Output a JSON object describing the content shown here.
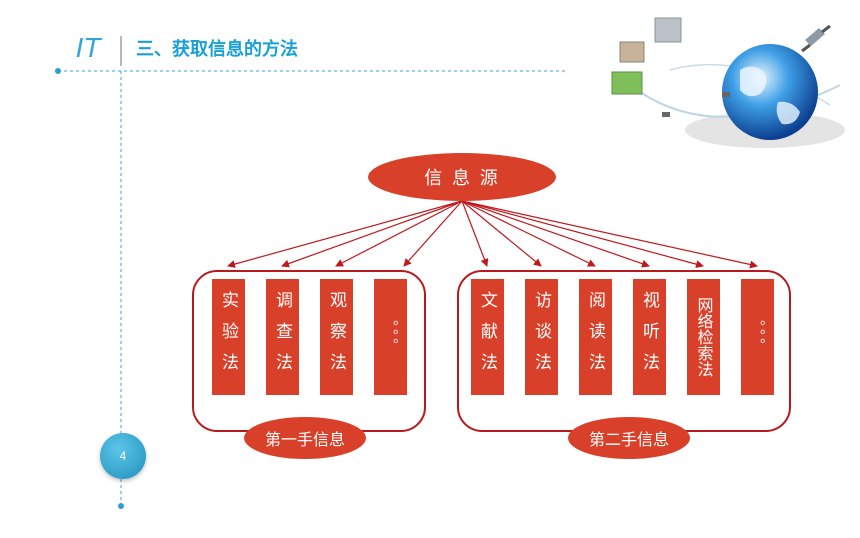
{
  "header": {
    "logo_text": "IT",
    "title": "三、获取信息的方法"
  },
  "page_number": "4",
  "diagram": {
    "root": "信 息 源",
    "groups": [
      {
        "label": "第一手信息",
        "items": [
          "实验法",
          "调查法",
          "观察法",
          "。。。"
        ]
      },
      {
        "label": "第二手信息",
        "items": [
          "文献法",
          "访谈法",
          "阅读法",
          "视听法",
          "网络检索法",
          "。。。"
        ]
      }
    ]
  },
  "colors": {
    "accent_blue": "#1aa0d6",
    "node_red": "#d9402a",
    "border_red": "#b8191e",
    "arrow_red": "#c0181d"
  },
  "decor": {
    "globe_icon": "globe-network-icon"
  }
}
